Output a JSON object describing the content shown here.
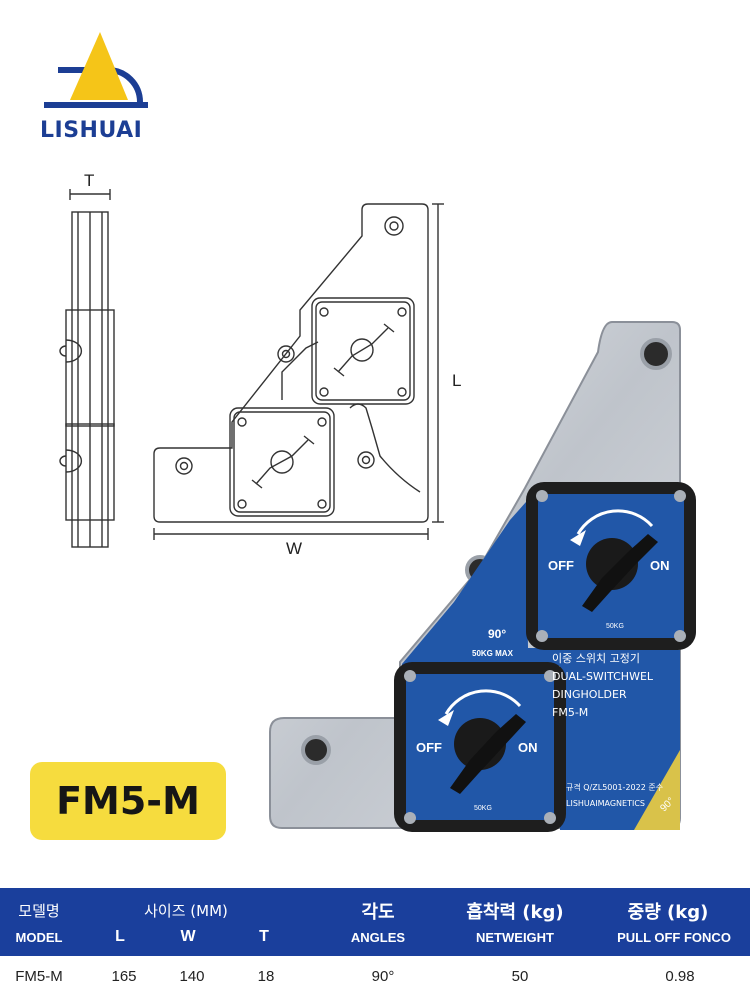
{
  "brand": {
    "name": "LISHUAI",
    "logo_colors": {
      "triangle": "#f5c518",
      "arc": "#1c3e94"
    }
  },
  "drawing": {
    "thickness_label": "T",
    "length_label": "L",
    "width_label": "W"
  },
  "product": {
    "switch_off": "OFF",
    "switch_on": "ON",
    "load_small": "50KG",
    "max_load": "50KG MAX",
    "angle": "90°",
    "plate_lines": [
      "이중 스위치 고정기",
      "DUAL-SWITCHWEL",
      "DINGHOLDER",
      "FM5-M"
    ],
    "spec_lines": [
      "규격 Q/ZL5001-2022 준수",
      "LISHUAIMAGNETICS"
    ],
    "corner_angle": "90°"
  },
  "model_badge": "FM5-M",
  "table": {
    "header_ko": {
      "model": "모델명",
      "size": "사이즈 (MM)",
      "angle": "각도",
      "force": "흡착력 (kg)",
      "weight": "중량 (kg)"
    },
    "header_en": {
      "model": "MODEL",
      "l": "L",
      "w": "W",
      "t": "T",
      "angle": "ANGLES",
      "netweight": "NETWEIGHT",
      "pull": "PULL OFF FONCO"
    },
    "row": {
      "model": "FM5-M",
      "l": "165",
      "w": "140",
      "t": "18",
      "angle": "90°",
      "force": "50",
      "weight": "0.98"
    }
  },
  "colors": {
    "header_bg": "#1a3f9c",
    "badge_bg": "#f6dc3e",
    "magnet_blue": "#2157a8"
  }
}
